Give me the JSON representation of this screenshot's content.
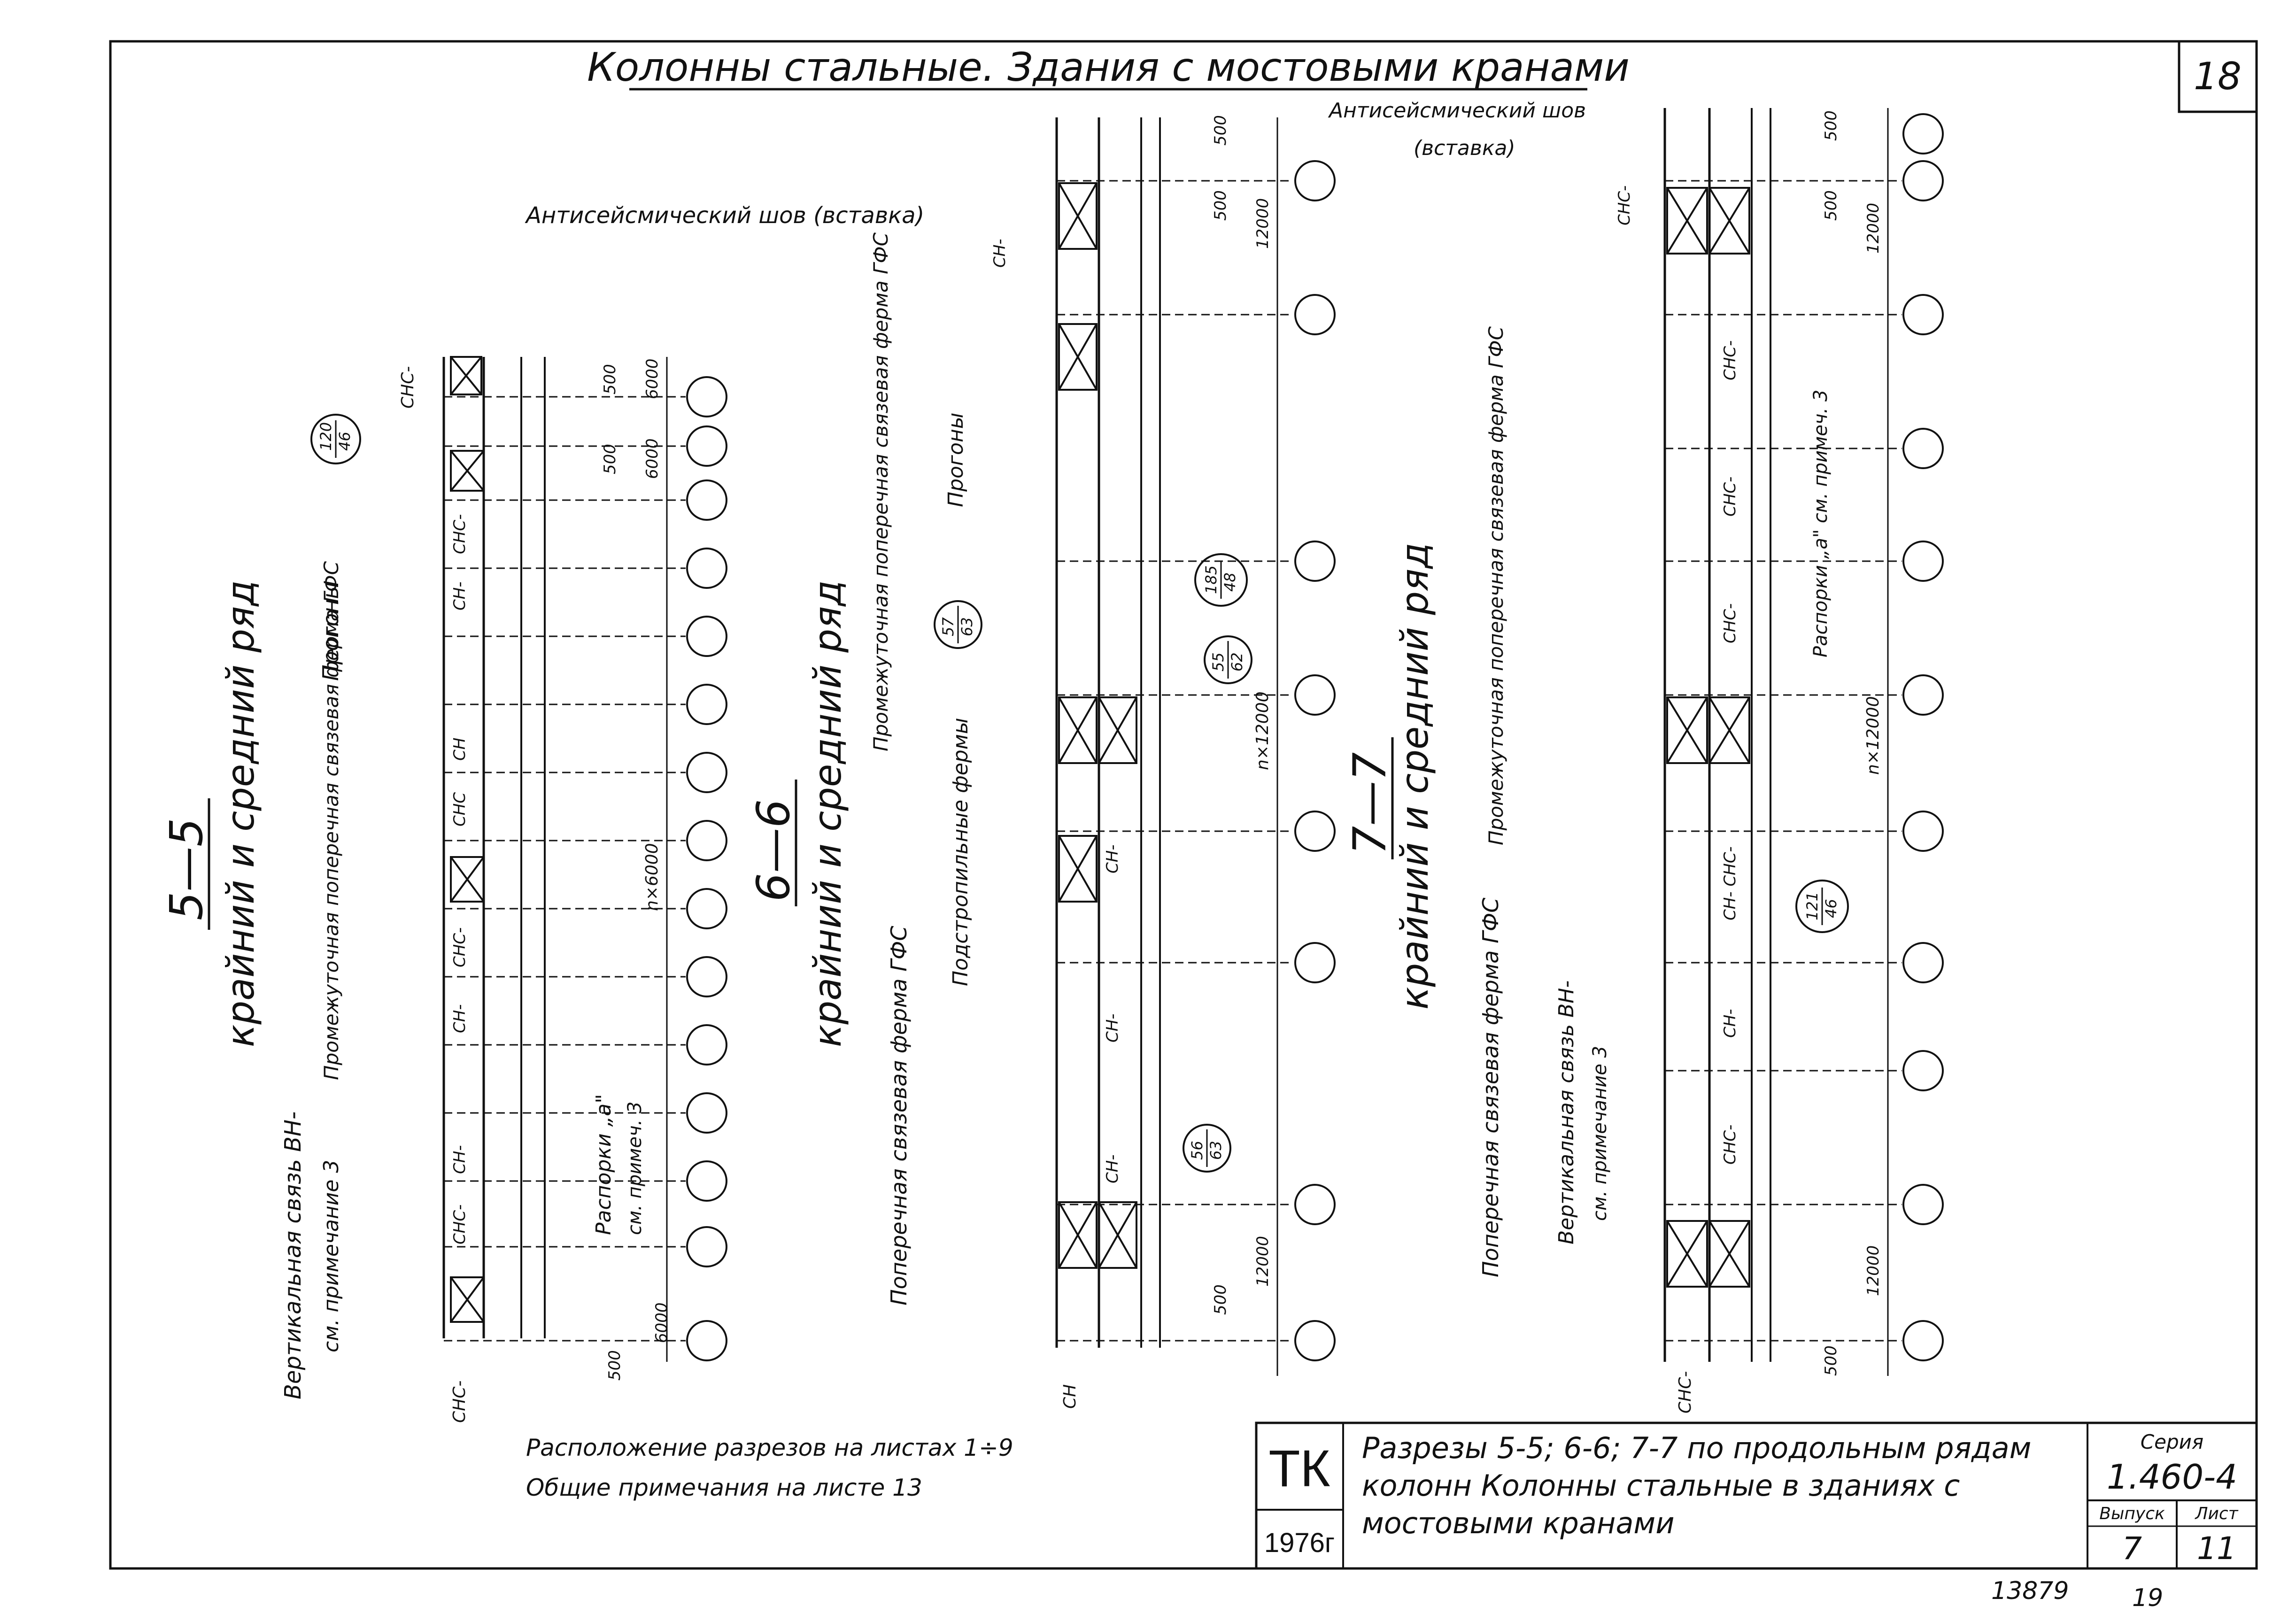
{
  "header": {
    "title": "Колонны стальные. Здания с мостовыми кранами",
    "sheet_number": "18"
  },
  "section_55": {
    "title": "5—5",
    "subtitle": "крайний и средний ряд",
    "labels": {
      "seam": "Антисейсмический шов (вставка)",
      "purlins": "Прогоны",
      "truss": "Промежуточная поперечная связевая ферма ГФС",
      "vertical_brace": "Вертикальная связь ВН-",
      "note3": "см. примечание 3",
      "struts": "Распорки „а\"",
      "struts_note": "см. примеч. 3"
    },
    "marks": [
      "СНС-",
      "СНС-",
      "СН-",
      "СН",
      "СНС",
      "СНС-",
      "СН-",
      "СН-",
      "СНС-",
      "СНС-"
    ],
    "dims": [
      "500",
      "6000",
      "500",
      "6000",
      "n×6000",
      "6000",
      "500"
    ],
    "node_ref": {
      "top": "120",
      "bottom": "46"
    }
  },
  "section_66": {
    "title": "6—6",
    "subtitle": "крайний и средний ряд",
    "labels": {
      "seam_line1": "Антисейсмический шов",
      "seam_line2": "(вставка)",
      "truss": "Промежуточная поперечная связевая ферма ГФС",
      "purlins": "Прогоны",
      "subtruss": "Подстропильные фермы",
      "cross_truss": "Поперечная связевая ферма ГФС"
    },
    "marks": [
      "СН-",
      "СН-",
      "СН-",
      "СН-",
      "СН"
    ],
    "dims": [
      "500",
      "500",
      "12000",
      "n×12000",
      "12000",
      "500"
    ],
    "node_refs": [
      {
        "top": "57",
        "bottom": "63"
      },
      {
        "top": "55",
        "bottom": "62"
      },
      {
        "top": "185",
        "bottom": "48"
      },
      {
        "top": "56",
        "bottom": "63"
      }
    ]
  },
  "section_77": {
    "title": "7—7",
    "subtitle": "крайний и средний ряд",
    "labels": {
      "truss": "Промежуточная поперечная связевая ферма ГФС",
      "struts": "Распорки „а\" см. примеч. 3",
      "cross_truss": "Поперечная связевая ферма ГФС",
      "vertical_brace": "Вертикальная связь ВН-",
      "note3": "см. примечание 3"
    },
    "marks": [
      "СНС-",
      "СНС-",
      "СНС-",
      "СНС-",
      "СН- СНС-",
      "СН-",
      "СНС-",
      "СНС-"
    ],
    "dims": [
      "500",
      "500",
      "12000",
      "n×12000",
      "12000",
      "500"
    ],
    "node_ref": {
      "top": "121",
      "bottom": "46"
    }
  },
  "notes": {
    "line1": "Расположение разрезов на листах 1÷9",
    "line2": "Общие примечания на листе 13"
  },
  "title_block": {
    "org": "ТК",
    "year": "1976г",
    "description_line1": "Разрезы 5-5; 6-6; 7-7 по продольным рядам",
    "description_line2": "колонн Колонны стальные в зданиях с",
    "description_line3": "мостовыми кранами",
    "series_label": "Серия",
    "series": "1.460-4",
    "issue_label": "Выпуск",
    "issue": "7",
    "sheet_label": "Лист",
    "sheet": "11"
  },
  "footer": {
    "code": "13879",
    "page": "19"
  }
}
